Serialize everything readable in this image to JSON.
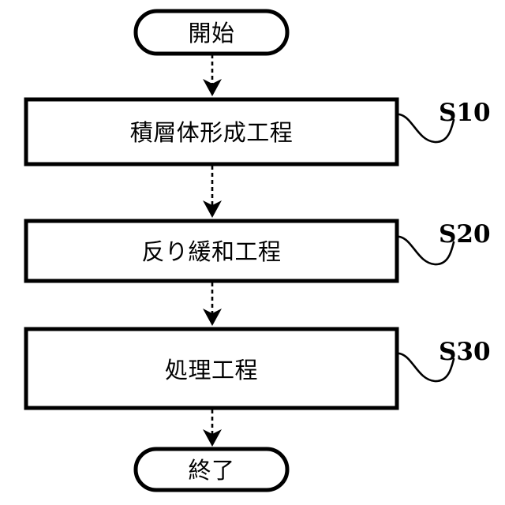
{
  "diagram": {
    "type": "flowchart",
    "orientation": "vertical",
    "background_color": "#ffffff",
    "stroke_color": "#000000",
    "language": "ja",
    "nodes": [
      {
        "id": "start",
        "shape": "terminator",
        "label": "開始"
      },
      {
        "id": "s10",
        "shape": "process",
        "label": "積層体形成工程"
      },
      {
        "id": "s20",
        "shape": "process",
        "label": "反り緩和工程"
      },
      {
        "id": "s30",
        "shape": "process",
        "label": "処理工程"
      },
      {
        "id": "end",
        "shape": "terminator",
        "label": "終了"
      }
    ],
    "step_labels": [
      {
        "id": "s10-tag",
        "text": "S10"
      },
      {
        "id": "s20-tag",
        "text": "S20"
      },
      {
        "id": "s30-tag",
        "text": "S30"
      }
    ],
    "connectors": [
      {
        "from": "start",
        "to": "s10",
        "style": "dashed",
        "arrow": "filled-triangle"
      },
      {
        "from": "s10",
        "to": "s20",
        "style": "dashed",
        "arrow": "filled-triangle"
      },
      {
        "from": "s20",
        "to": "s30",
        "style": "dashed",
        "arrow": "filled-triangle"
      },
      {
        "from": "s30",
        "to": "end",
        "style": "dashed",
        "arrow": "filled-triangle"
      }
    ]
  }
}
